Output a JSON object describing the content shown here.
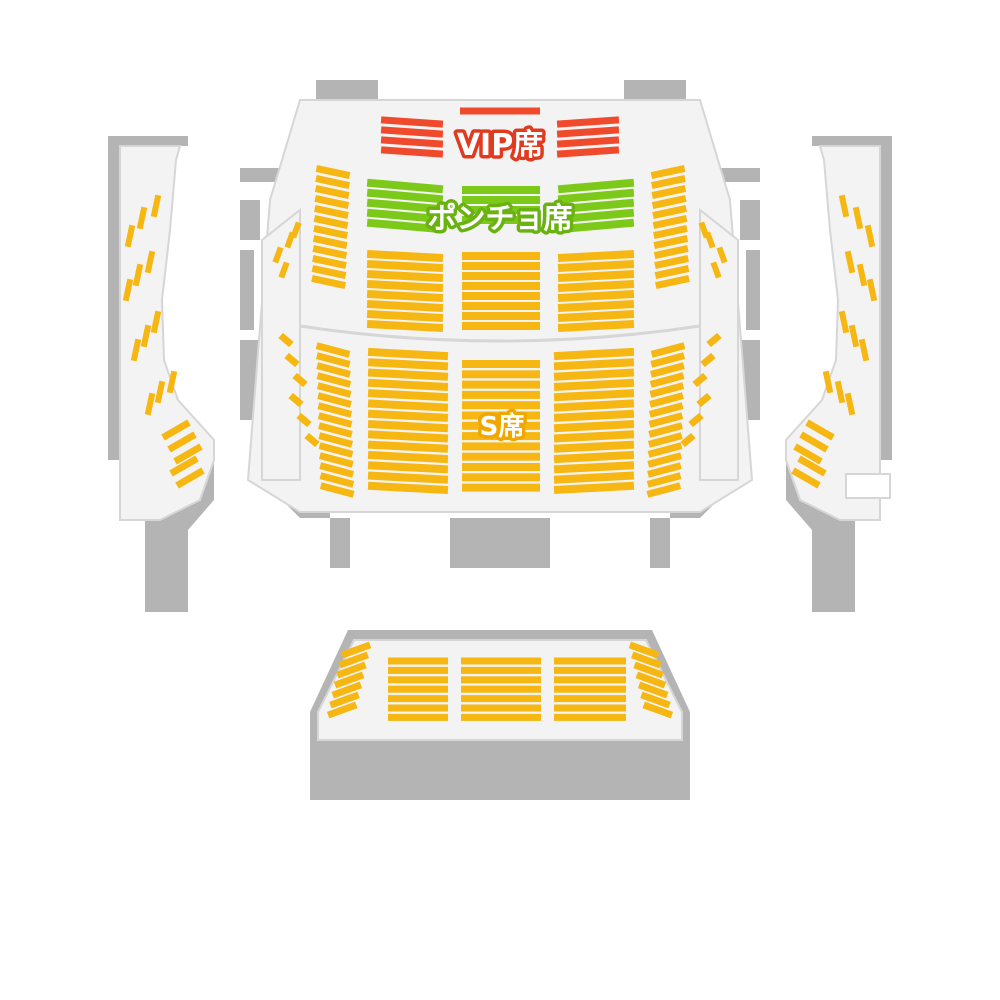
{
  "zones": [
    {
      "id": "vip",
      "label": "VIP席",
      "color": "#ef4a2c",
      "outline": "#e03a20"
    },
    {
      "id": "poncho",
      "label": "ポンチョ席",
      "color": "#7dc91a",
      "outline": "#6ab212"
    },
    {
      "id": "s",
      "label": "S席",
      "color": "#f6b713",
      "outline": "#f0a800"
    }
  ],
  "colors": {
    "seat_default": "#f6b713",
    "structure": "#b4b4b4",
    "floor": "#efefef",
    "wall": "#d6d6d6",
    "background": "#ffffff"
  }
}
